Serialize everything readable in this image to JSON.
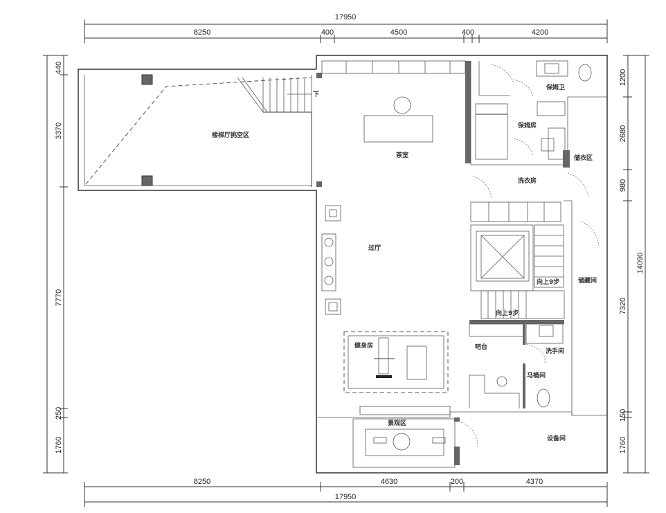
{
  "title": "Floor plan",
  "dimensions": {
    "top_total": "17950",
    "top": [
      "8250",
      "400",
      "4500",
      "400",
      "4200"
    ],
    "bottom": [
      "8250",
      "4630",
      "200",
      "4370"
    ],
    "bottom_total": "17950",
    "left": [
      "440",
      "3370",
      "7770",
      "250",
      "1760"
    ],
    "right": [
      "1200",
      "2680",
      "980",
      "7320",
      "150",
      "1760"
    ],
    "right_total": "14090"
  },
  "rooms": {
    "stair_void": "楼梯厅挑空区",
    "tea_room": "茶室",
    "nanny_bath": "保姆卫",
    "nanny_room": "保姆房",
    "laundry": "洗衣房",
    "wardrobe": "储衣区",
    "hall": "过厅",
    "storage": "储藏间",
    "stair_up_1": "向上9步",
    "stair_up_2": "向上9步",
    "gym": "健身房",
    "bar": "吧台",
    "washroom": "洗手间",
    "toilet": "马桶间",
    "landscape": "景观区",
    "equipment": "设备间",
    "down_mark": "下"
  }
}
